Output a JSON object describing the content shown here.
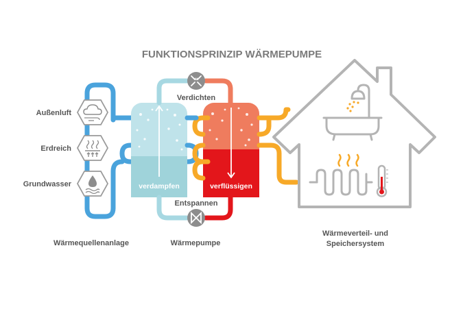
{
  "title": "FUNKTIONSPRINZIP WÄRMEPUMPE",
  "sources": {
    "items": [
      {
        "label": "Außenluft",
        "icon": "cloud-wind-icon"
      },
      {
        "label": "Erdreich",
        "icon": "ground-heat-icon"
      },
      {
        "label": "Grundwasser",
        "icon": "water-drop-icon"
      }
    ]
  },
  "components": {
    "compressor": "Verdichten",
    "expansion": "Entspannen",
    "evaporator": "verdampfen",
    "condenser": "verflüssigen"
  },
  "captions": {
    "source_system": "Wärmequellenanlage",
    "heat_pump": "Wärmepumpe",
    "house_line1": "Wärmeverteil- und",
    "house_line2": "Speichersystem"
  },
  "colors": {
    "source_loop": "#4aa3dc",
    "cold_refrigerant": "#a7d8e2",
    "warm_refrigerant": "#ef7c5e",
    "hot_refrigerant": "#e3161b",
    "heating_loop": "#f7a928",
    "house_outline": "#b4b4b4",
    "valve_icon": "#8d8d8d"
  }
}
